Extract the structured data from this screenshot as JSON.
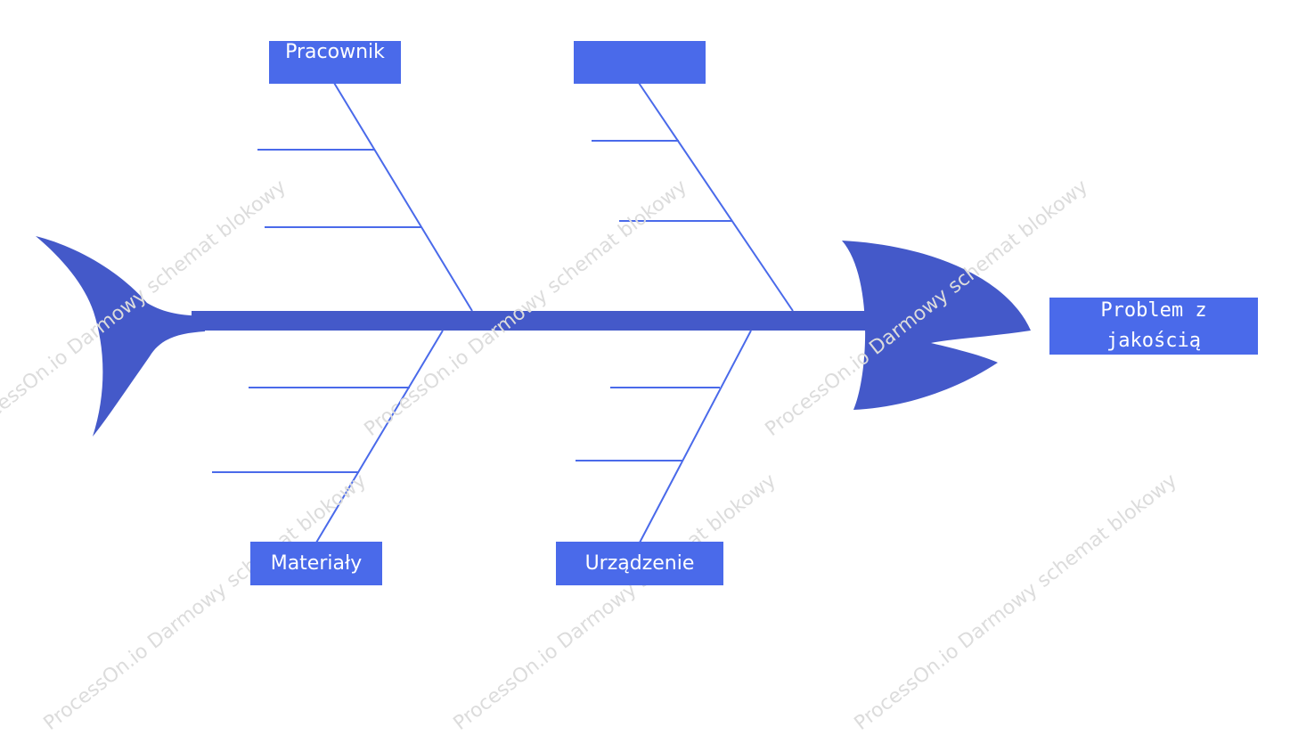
{
  "colors": {
    "fish": "#4459C9",
    "box": "#4A6AEA",
    "bone_line": "#4A6AEA",
    "watermark": "#DCDCDC"
  },
  "diagram": {
    "type": "fishbone",
    "head_label": "Problem z jakością",
    "categories": [
      {
        "id": "top-left",
        "label": "Pracownik"
      },
      {
        "id": "top-right",
        "label": ""
      },
      {
        "id": "bottom-left",
        "label": "Materiały"
      },
      {
        "id": "bottom-right",
        "label": "Urządzenie"
      }
    ]
  },
  "watermark": {
    "text": "ProcessOn.io Darmowy schemat blokowy"
  }
}
